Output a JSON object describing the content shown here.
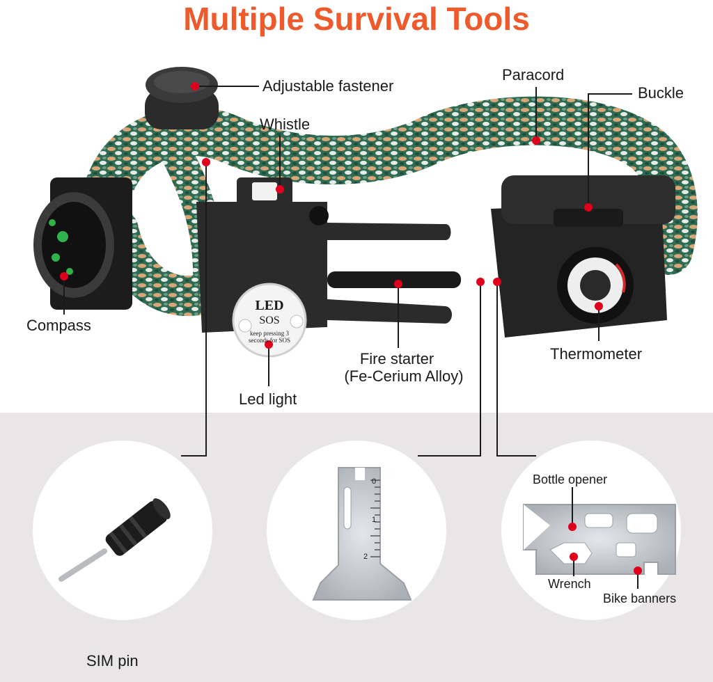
{
  "title": "Multiple Survival Tools",
  "labels": {
    "adjustable_fastener": "Adjustable fastener",
    "paracord": "Paracord",
    "buckle": "Buckle",
    "whistle": "Whistle",
    "compass": "Compass",
    "thermometer": "Thermometer",
    "fire_starter_line1": "Fire starter",
    "fire_starter_line2": "(Fe-Cerium Alloy)",
    "led_light": "Led light",
    "sim_pin": "SIM pin",
    "bottle_opener": "Bottle opener",
    "wrench": "Wrench",
    "bike_banners": "Bike banners"
  },
  "led_badge": {
    "top": "LED",
    "middle": "SOS",
    "bottom_line1": "keep pressing 3",
    "bottom_line2": "seconds for SOS"
  },
  "ruler_marks": [
    "0",
    "1",
    "2"
  ],
  "colors": {
    "title": "#ee5a2c",
    "dot": "#e0001b",
    "band": "#e8e6e7",
    "cord_green": "#2f6b52",
    "cord_tan": "#d9a678",
    "plastic": "#2a2a2a",
    "steel": "#c8ccd0"
  }
}
